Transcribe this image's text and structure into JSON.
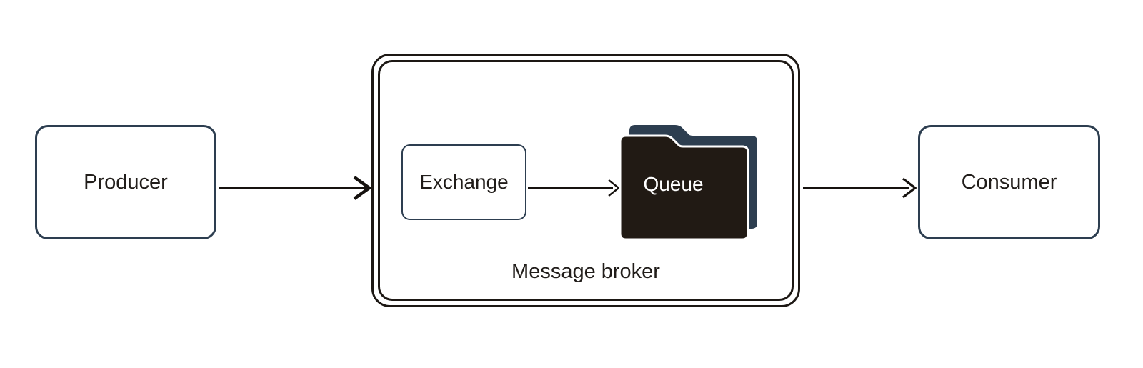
{
  "diagram": {
    "nodes": {
      "producer": {
        "label": "Producer"
      },
      "exchange": {
        "label": "Exchange"
      },
      "queue": {
        "label": "Queue"
      },
      "consumer": {
        "label": "Consumer"
      }
    },
    "container": {
      "label": "Message broker"
    },
    "edges": [
      {
        "from": "Producer",
        "to": "Message broker"
      },
      {
        "from": "Exchange",
        "to": "Queue"
      },
      {
        "from": "Message broker",
        "to": "Consumer"
      }
    ],
    "icons": {
      "queue": "stacked-folders-icon"
    },
    "colors": {
      "background": "#ffffff",
      "text": "#211d1a",
      "node_border": "#2d3e50",
      "broker_border": "#1d1814",
      "arrow": "#16120f",
      "queue_front": "#211a14",
      "queue_back": "#2d3e50",
      "queue_outline": "#ffffff",
      "queue_text": "#ffffff"
    }
  }
}
